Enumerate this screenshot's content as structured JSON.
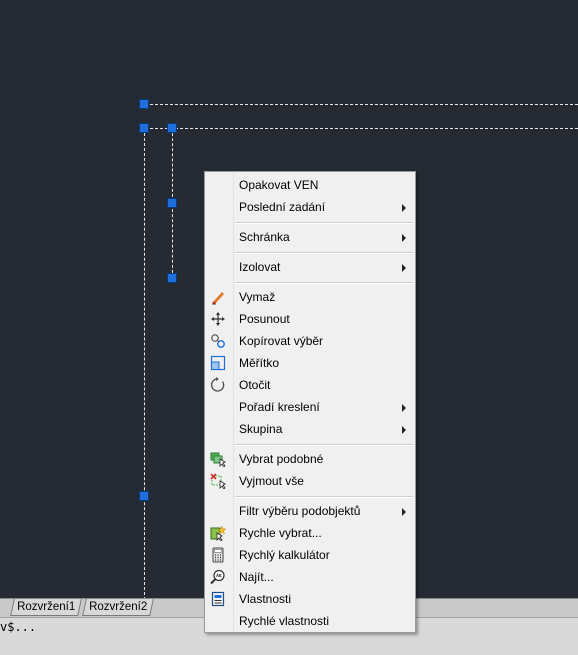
{
  "layout_tabs": [
    {
      "label": "Rozvržení1"
    },
    {
      "label": "Rozvržení2"
    }
  ],
  "command_line": {
    "text": "v$..."
  },
  "menu": {
    "items": [
      {
        "label": "Opakovat VEN",
        "submenu": false,
        "icon": "none"
      },
      {
        "label": "Poslední zadání",
        "submenu": true,
        "icon": "none"
      },
      {
        "label": "Schránka",
        "submenu": true,
        "icon": "none"
      },
      {
        "label": "Izolovat",
        "submenu": true,
        "icon": "none"
      },
      {
        "label": "Vymaž",
        "submenu": false,
        "icon": "eraser-icon"
      },
      {
        "label": "Posunout",
        "submenu": false,
        "icon": "move-icon"
      },
      {
        "label": "Kopírovat výběr",
        "submenu": false,
        "icon": "copy-icon"
      },
      {
        "label": "Měřítko",
        "submenu": false,
        "icon": "scale-icon"
      },
      {
        "label": "Otočit",
        "submenu": false,
        "icon": "rotate-icon"
      },
      {
        "label": "Pořadí kreslení",
        "submenu": true,
        "icon": "none"
      },
      {
        "label": "Skupina",
        "submenu": true,
        "icon": "none"
      },
      {
        "label": "Vybrat podobné",
        "submenu": false,
        "icon": "select-similar-icon"
      },
      {
        "label": "Vyjmout vše",
        "submenu": false,
        "icon": "deselect-all-icon"
      },
      {
        "label": "Filtr výběru podobjektů",
        "submenu": true,
        "icon": "none"
      },
      {
        "label": "Rychle vybrat...",
        "submenu": false,
        "icon": "quick-select-icon"
      },
      {
        "label": "Rychlý kalkulátor",
        "submenu": false,
        "icon": "calculator-icon"
      },
      {
        "label": "Najít...",
        "submenu": false,
        "icon": "find-icon"
      },
      {
        "label": "Vlastnosti",
        "submenu": false,
        "icon": "properties-icon"
      },
      {
        "label": "Rychlé vlastnosti",
        "submenu": false,
        "icon": "none"
      }
    ]
  },
  "colors": {
    "canvas": "#252a33",
    "grip": "#1e6fd9",
    "menu_bg": "#f0f0f0"
  }
}
